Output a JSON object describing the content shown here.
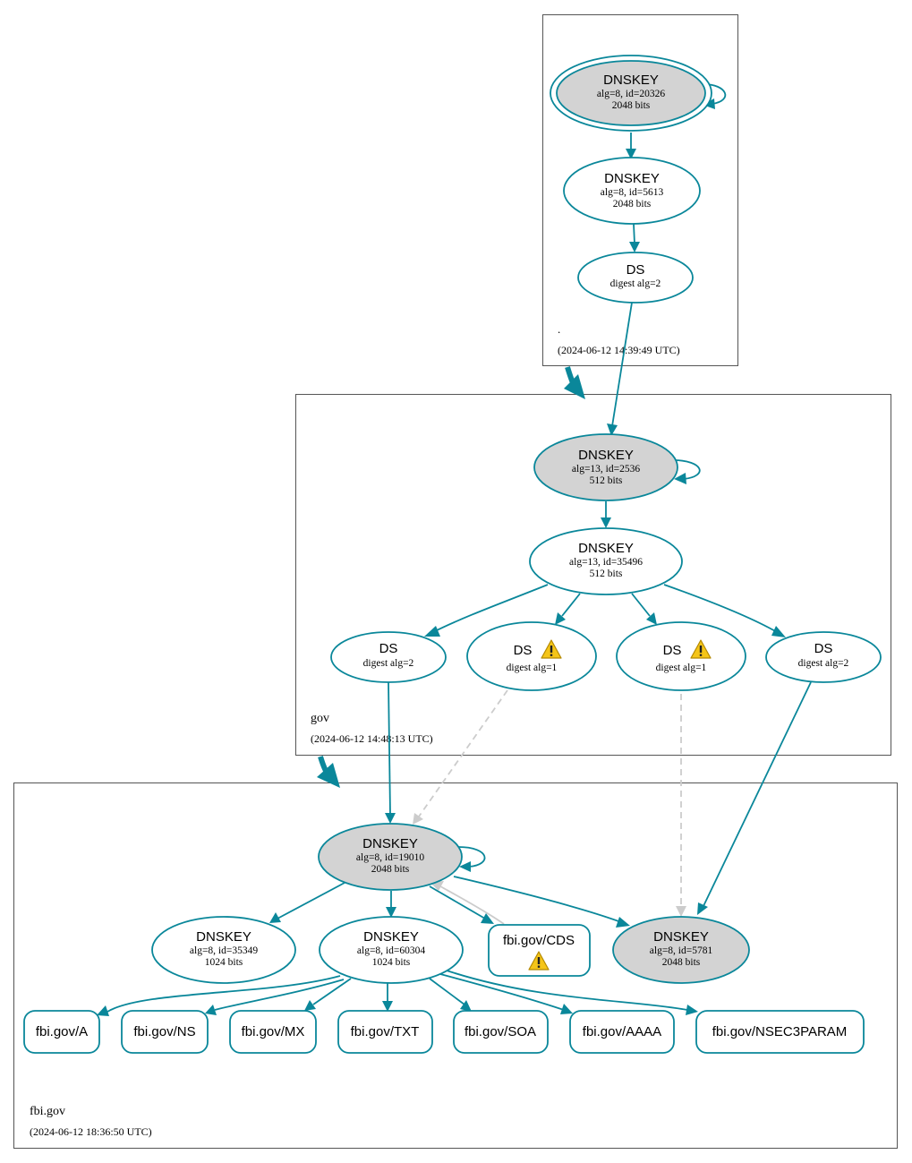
{
  "colors": {
    "accent": "#0a879a",
    "ksk_fill": "#d3d3d3",
    "insecure_edge": "#cccccc",
    "warning": "#f5c518"
  },
  "zones": {
    "root": {
      "name": ".",
      "timestamp": "(2024-06-12 14:39:49 UTC)",
      "ksk": {
        "title": "DNSKEY",
        "line1": "alg=8, id=20326",
        "line2": "2048 bits"
      },
      "zsk": {
        "title": "DNSKEY",
        "line1": "alg=8, id=5613",
        "line2": "2048 bits"
      },
      "ds": {
        "title": "DS",
        "line1": "digest alg=2"
      }
    },
    "gov": {
      "name": "gov",
      "timestamp": "(2024-06-12 14:48:13 UTC)",
      "ksk": {
        "title": "DNSKEY",
        "line1": "alg=13, id=2536",
        "line2": "512 bits"
      },
      "zsk": {
        "title": "DNSKEY",
        "line1": "alg=13, id=35496",
        "line2": "512 bits"
      },
      "ds": [
        {
          "title": "DS",
          "line1": "digest alg=2",
          "warning": false
        },
        {
          "title": "DS",
          "line1": "digest alg=1",
          "warning": true
        },
        {
          "title": "DS",
          "line1": "digest alg=1",
          "warning": true
        },
        {
          "title": "DS",
          "line1": "digest alg=2",
          "warning": false
        }
      ]
    },
    "fbi": {
      "name": "fbi.gov",
      "timestamp": "(2024-06-12 18:36:50 UTC)",
      "ksk": {
        "title": "DNSKEY",
        "line1": "alg=8, id=19010",
        "line2": "2048 bits"
      },
      "key_35349": {
        "title": "DNSKEY",
        "line1": "alg=8, id=35349",
        "line2": "1024 bits"
      },
      "zsk": {
        "title": "DNSKEY",
        "line1": "alg=8, id=60304",
        "line2": "1024 bits"
      },
      "key_5781": {
        "title": "DNSKEY",
        "line1": "alg=8, id=5781",
        "line2": "2048 bits"
      },
      "cds": {
        "label": "fbi.gov/CDS",
        "warning": true
      },
      "rrsets": [
        "fbi.gov/A",
        "fbi.gov/NS",
        "fbi.gov/MX",
        "fbi.gov/TXT",
        "fbi.gov/SOA",
        "fbi.gov/AAAA",
        "fbi.gov/NSEC3PARAM"
      ]
    }
  }
}
